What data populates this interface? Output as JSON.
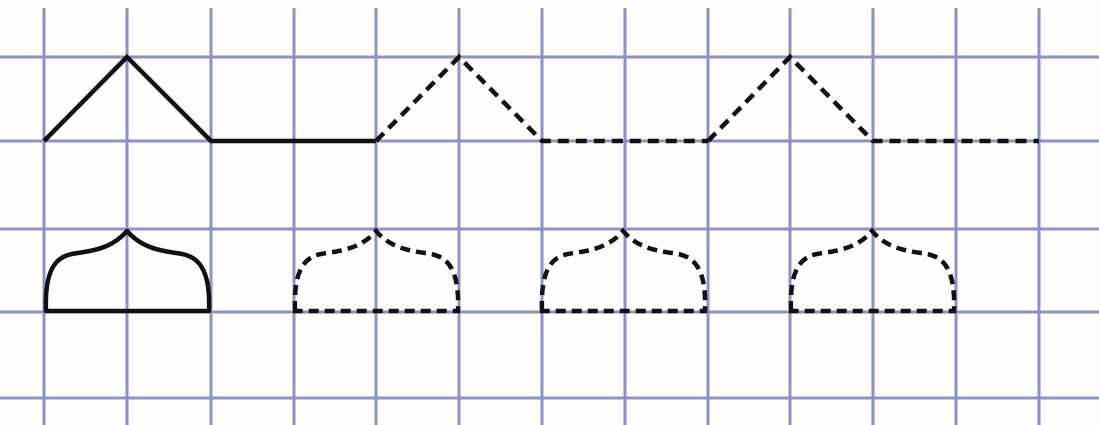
{
  "colors": {
    "background": "#fefefe",
    "grid": "#8a93c9",
    "stroke": "#111111"
  },
  "grid": {
    "kind": "square graph paper"
  },
  "rows": [
    {
      "motif": "zigzag-triangle",
      "first_style": "solid",
      "repeat_style": "dashed",
      "repeat_count": 2
    },
    {
      "motif": "onion-dome",
      "first_style": "solid",
      "repeat_style": "dashed",
      "repeat_count": 3
    }
  ]
}
